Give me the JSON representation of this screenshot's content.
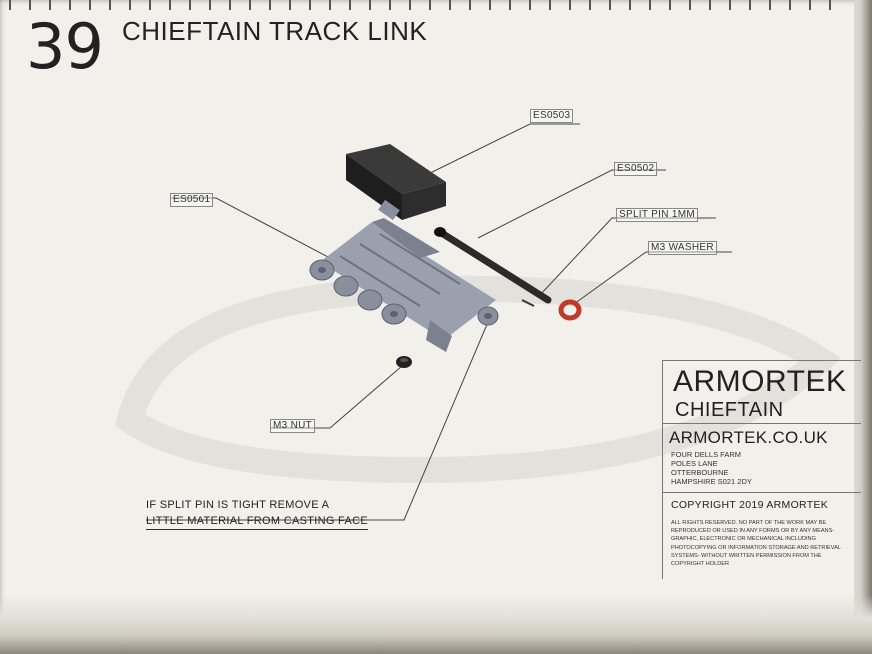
{
  "page": {
    "number": "39",
    "title": "CHIEFTAIN TRACK LINK"
  },
  "labels": {
    "es0503": "ES0503",
    "es0502": "ES0502",
    "split_pin": "SPLIT PIN 1MM",
    "m3_washer": "M3 WASHER",
    "es0501": "ES0501",
    "m3_nut": "M3 NUT"
  },
  "note": {
    "line1": "IF SPLIT PIN IS TIGHT REMOVE A",
    "line2": "LITTLE MATERIAL FROM CASTING FACE"
  },
  "infobox": {
    "brand": "ARMORTEK",
    "model": "CHIEFTAIN",
    "website": "ARMORTEK.CO.UK",
    "address": [
      "FOUR DELLS FARM",
      "POLES LANE",
      "OTTERBOURNE",
      "HAMPSHIRE S021 2DY"
    ],
    "copyright": "COPYRIGHT 2019 ARMORTEK",
    "rights": "ALL RIGHTS RESERVED. NO PART OF THE WORK MAY BE REPRODUCED OR USED IN ANY FORMS OR BY ANY MEANS- GRAPHIC, ELECTRONIC OR MECHANICAL INCLUDING PHOTOCOPYING OR INFORMATION STORAGE AND RETRIEVAL SYSTEMS- WITHOUT WRITTEN PERMISSION FROM THE COPYRIGHT HOLDER"
  },
  "colors": {
    "part_gray": "#8a8f9e",
    "part_dark": "#2b2b2b",
    "washer": "#c0392b"
  }
}
